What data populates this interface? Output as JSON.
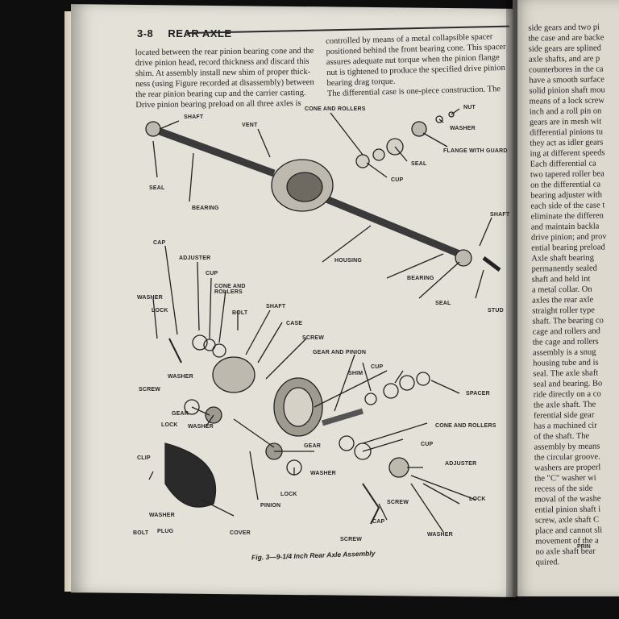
{
  "header": {
    "section_number": "3-8",
    "section_title": "REAR AXLE"
  },
  "left_column": [
    "located between the rear pinion bearing cone and the",
    "drive pinion head, record thickness and discard this",
    "shim. At assembly install new shim of proper thick-",
    "ness (using Figure recorded at disassembly) between",
    "the rear pinion bearing cup and the carrier casting.",
    "    Drive pinion bearing preload on all three axles is"
  ],
  "middle_column": [
    "controlled by means of a metal collapsible spacer",
    "positioned behind the front bearing cone. This spacer",
    "assures adequate nut torque when the pinion flange",
    "nut is tightened to produce the specified drive pinion",
    "bearing drag torque.",
    "    The differential case is one-piece construction. The"
  ],
  "right_column": [
    "side gears and two pi",
    "the case and are backe",
    "side gears are splined",
    "axle shafts, and are p",
    "counterbores in the ca",
    "have a smooth surface",
    "solid pinion shaft mou",
    "means of a lock screw",
    "inch and a roll pin on",
    "gears are in mesh wit",
    "differential pinions tu",
    "they act as idler gears",
    "ing at different speeds",
    "  Each differential ca",
    "two tapered roller bea",
    "on the differential ca",
    "bearing adjuster with",
    "each side of the case t",
    "eliminate the differen",
    "and maintain backla",
    "drive pinion; and prov",
    "ential bearing preload",
    "  Axle shaft bearing",
    "permanently sealed",
    "shaft and held int",
    "a metal collar. On",
    "axles the rear axle",
    "straight roller type",
    "shaft. The bearing co",
    "cage and rollers and",
    "the cage and rollers",
    "assembly is a snug",
    "housing tube and is",
    "seal. The axle shaft",
    "seal and bearing. Bo",
    "ride directly on a co",
    "the axle shaft. The",
    "ferential side gear",
    "has a machined cir",
    "of the shaft. The",
    "assembly by means",
    "the circular groove.",
    "washers are properl",
    "the \"C\" washer wi",
    "recess of the side",
    "moval of the washe",
    "ential pinion shaft i",
    "screw, axle shaft C",
    "place and cannot sli",
    "movement of the a",
    "no axle shaft bear",
    "quired."
  ],
  "diagram_labels": {
    "shaft_top": "SHAFT",
    "vent": "VENT",
    "cone_and_rollers_top": "CONE AND ROLLERS",
    "nut": "NUT",
    "washer_top": "WASHER",
    "flange_with_guard": "FLANGE WITH GUARD",
    "seal_mid": "SEAL",
    "cup_top": "CUP",
    "seal_left": "SEAL",
    "bearing_left": "BEARING",
    "shaft_right": "SHAFT",
    "housing": "HOUSING",
    "bearing_right": "BEARING",
    "seal_right": "SEAL",
    "stud": "STUD",
    "cap_top": "CAP",
    "adjuster_top": "ADJUSTER",
    "cup_left": "CUP",
    "cone_and_rollers_left": "CONE AND\nROLLERS",
    "washer_left": "WASHER",
    "lock_left": "LOCK",
    "bolt": "BOLT",
    "shaft_mid": "SHAFT",
    "case": "CASE",
    "screw_top": "SCREW",
    "gear_and_pinion": "GEAR AND PINION",
    "screw_left": "SCREW",
    "cup_mid": "CUP",
    "shim": "SHIM",
    "spacer": "SPACER",
    "washer_mid": "WASHER",
    "gear_left": "GEAR",
    "lock_mid": "LOCK",
    "washer_mid2": "WASHER",
    "cone_and_rollers_right": "CONE AND ROLLERS",
    "gear_mid": "GEAR",
    "cup_low": "CUP",
    "washer_low": "WASHER",
    "adjuster_low": "ADJUSTER",
    "clip": "CLIP",
    "lock_low": "LOCK",
    "lock_right": "LOCK",
    "screw_right": "SCREW",
    "washer_bottom_left": "WASHER",
    "pinion": "PINION",
    "cap_low": "CAP",
    "washer_right": "WASHER",
    "bolt_bottom": "BOLT",
    "plug": "PLUG",
    "cover": "COVER",
    "screw_bottom": "SCREW"
  },
  "caption": "Fig. 3—9-1/4 Inch Rear Axle Assembly",
  "footer_right": "PRIN"
}
